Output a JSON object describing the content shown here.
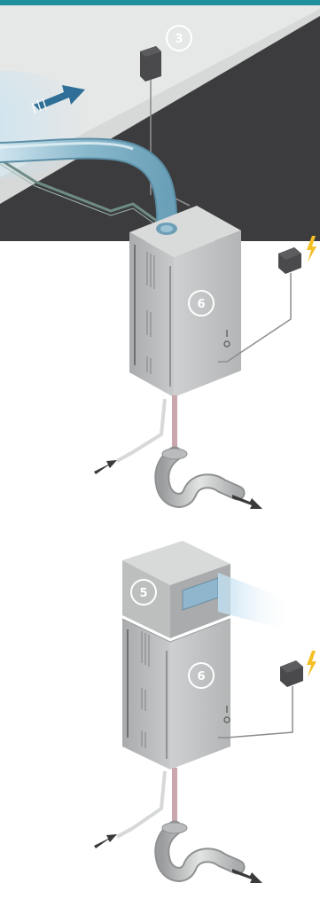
{
  "colors": {
    "top_bar": "#1e8f9c",
    "ceiling_dark": "#3c3c3e",
    "ceiling_light": "#d7d8d8",
    "duct_blue": "#7fb3c9",
    "airflow_arrow": "#2f6f97",
    "pipe_pink": "#c9a7ad",
    "power_bolt": "#f4c026",
    "unit_gray": "#aeb0b1"
  },
  "badges": {
    "ceiling_box": "3",
    "top_unit": "6",
    "controller": "5",
    "bottom_unit": "6"
  },
  "icons": {
    "airflow": "airflow-arrow-icon",
    "power": "lightning-bolt-icon",
    "inlet": "inlet-arrow-icon",
    "outlet": "outlet-arrow-icon"
  }
}
